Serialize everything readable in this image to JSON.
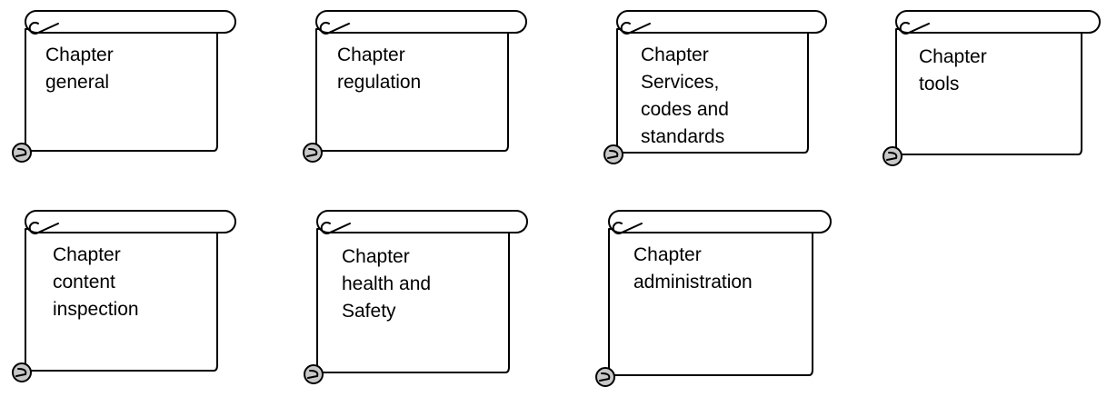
{
  "scrolls": [
    {
      "id": "general",
      "lines": [
        "Chapter",
        "general"
      ]
    },
    {
      "id": "regulation",
      "lines": [
        "Chapter",
        "regulation"
      ]
    },
    {
      "id": "services",
      "lines": [
        "Chapter",
        "Services,",
        "codes and",
        "standards"
      ]
    },
    {
      "id": "tools",
      "lines": [
        "Chapter",
        "tools"
      ]
    },
    {
      "id": "content-inspection",
      "lines": [
        "Chapter",
        "content",
        "inspection"
      ]
    },
    {
      "id": "health-safety",
      "lines": [
        "Chapter",
        "health and",
        "Safety"
      ]
    },
    {
      "id": "administration",
      "lines": [
        "Chapter",
        "administration"
      ]
    }
  ]
}
